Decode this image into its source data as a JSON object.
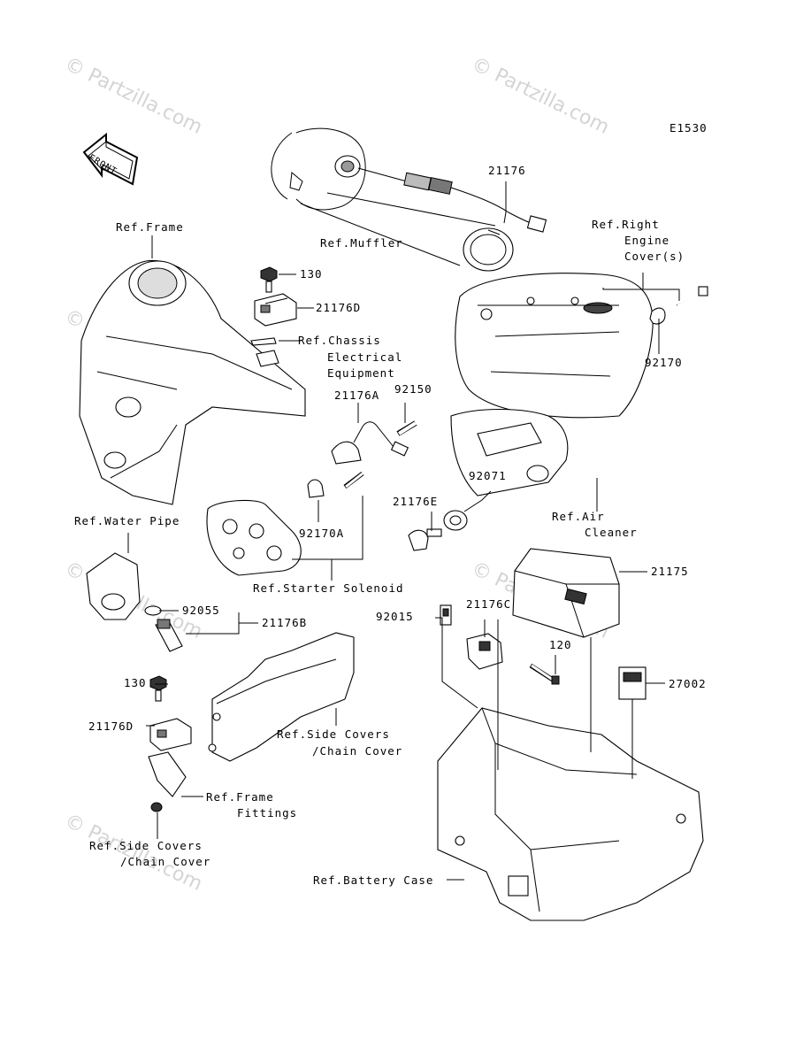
{
  "diagram_id": "E1530",
  "watermark": "© Partzilla.com",
  "labels": {
    "ref_muffler": "Ref.Muffler",
    "p21176": "21176",
    "ref_frame": "Ref.Frame",
    "p130_top": "130",
    "p21176d_top": "21176D",
    "ref_chassis_1": "Ref.Chassis",
    "ref_chassis_2": "Electrical",
    "ref_chassis_3": "Equipment",
    "ref_right_1": "Ref.Right",
    "ref_right_2": "Engine",
    "ref_right_3": "Cover(s)",
    "p92170": "92170",
    "p21176a": "21176A",
    "p92150": "92150",
    "p92071": "92071",
    "p21176e": "21176E",
    "ref_air_1": "Ref.Air",
    "ref_air_2": "Cleaner",
    "ref_water_pipe": "Ref.Water Pipe",
    "p92170a": "92170A",
    "ref_starter": "Ref.Starter Solenoid",
    "p21175": "21175",
    "p92055": "92055",
    "p21176b": "21176B",
    "p92015": "92015",
    "p21176c": "21176C",
    "p120": "120",
    "p130_low": "130",
    "p27002": "27002",
    "p21176d_low": "21176D",
    "ref_side_1a": "Ref.Side Covers",
    "ref_side_1b": "/Chain Cover",
    "ref_frame_fit_1": "Ref.Frame",
    "ref_frame_fit_2": "Fittings",
    "ref_side_2a": "Ref.Side Covers",
    "ref_side_2b": "/Chain Cover",
    "ref_battery": "Ref.Battery Case",
    "front_arrow": "FRONT"
  }
}
